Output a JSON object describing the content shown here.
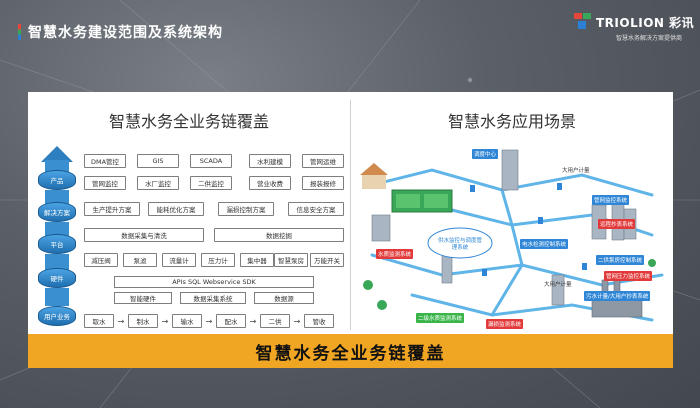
{
  "header": {
    "title": "智慧水务建设范围及系统架构",
    "brand": "TRIOLION 彩讯",
    "tagline": "智慧水务解决方案提供商"
  },
  "colors": {
    "accent": "#f0a523",
    "blue": "#2e7fc0",
    "label_red": "#e23a3a",
    "label_blue": "#2f86d6",
    "label_green": "#39b54a"
  },
  "left_panel": {
    "title": "智慧水务全业务链覆盖",
    "stack_layers": [
      "产品",
      "解决方案",
      "平台",
      "硬件",
      "用户业务"
    ],
    "row1": [
      "DMA管控",
      "GIS",
      "SCADA",
      "水利建模",
      "管网运维"
    ],
    "row2": [
      "管网监控",
      "水厂监控",
      "二供监控",
      "营业收费",
      "报装报修"
    ],
    "row3": [
      "生产提升方案",
      "能耗优化方案",
      "漏损控制方案",
      "信息安全方案"
    ],
    "row4": [
      "数据采集与清洗",
      "数据挖掘"
    ],
    "row5": [
      "减压阀",
      "泵滤",
      "流量计",
      "压力计",
      "集中器",
      "智慧泵房",
      "万能开关"
    ],
    "sdk": "APIs SQL Webservice SDK",
    "row6": [
      "智能硬件",
      "数据采集系统",
      "数据源"
    ],
    "chain": [
      "取水",
      "制水",
      "输水",
      "配水",
      "二供",
      "管收"
    ]
  },
  "right_panel": {
    "title": "智慧水务应用场景",
    "labels": [
      "调度中心",
      "水质监测系统",
      "管网监控系统",
      "供水监控与调度管理系统",
      "电水检测控制系统",
      "二级水质监测系统",
      "漏损监测系统",
      "远程抄表系统",
      "二供泵房控制系统",
      "管网压力监控系统",
      "污水计量/大用户抄表系统",
      "大用户计量",
      "大用户计量"
    ]
  },
  "footer": {
    "text": "智慧水务全业务链覆盖"
  }
}
